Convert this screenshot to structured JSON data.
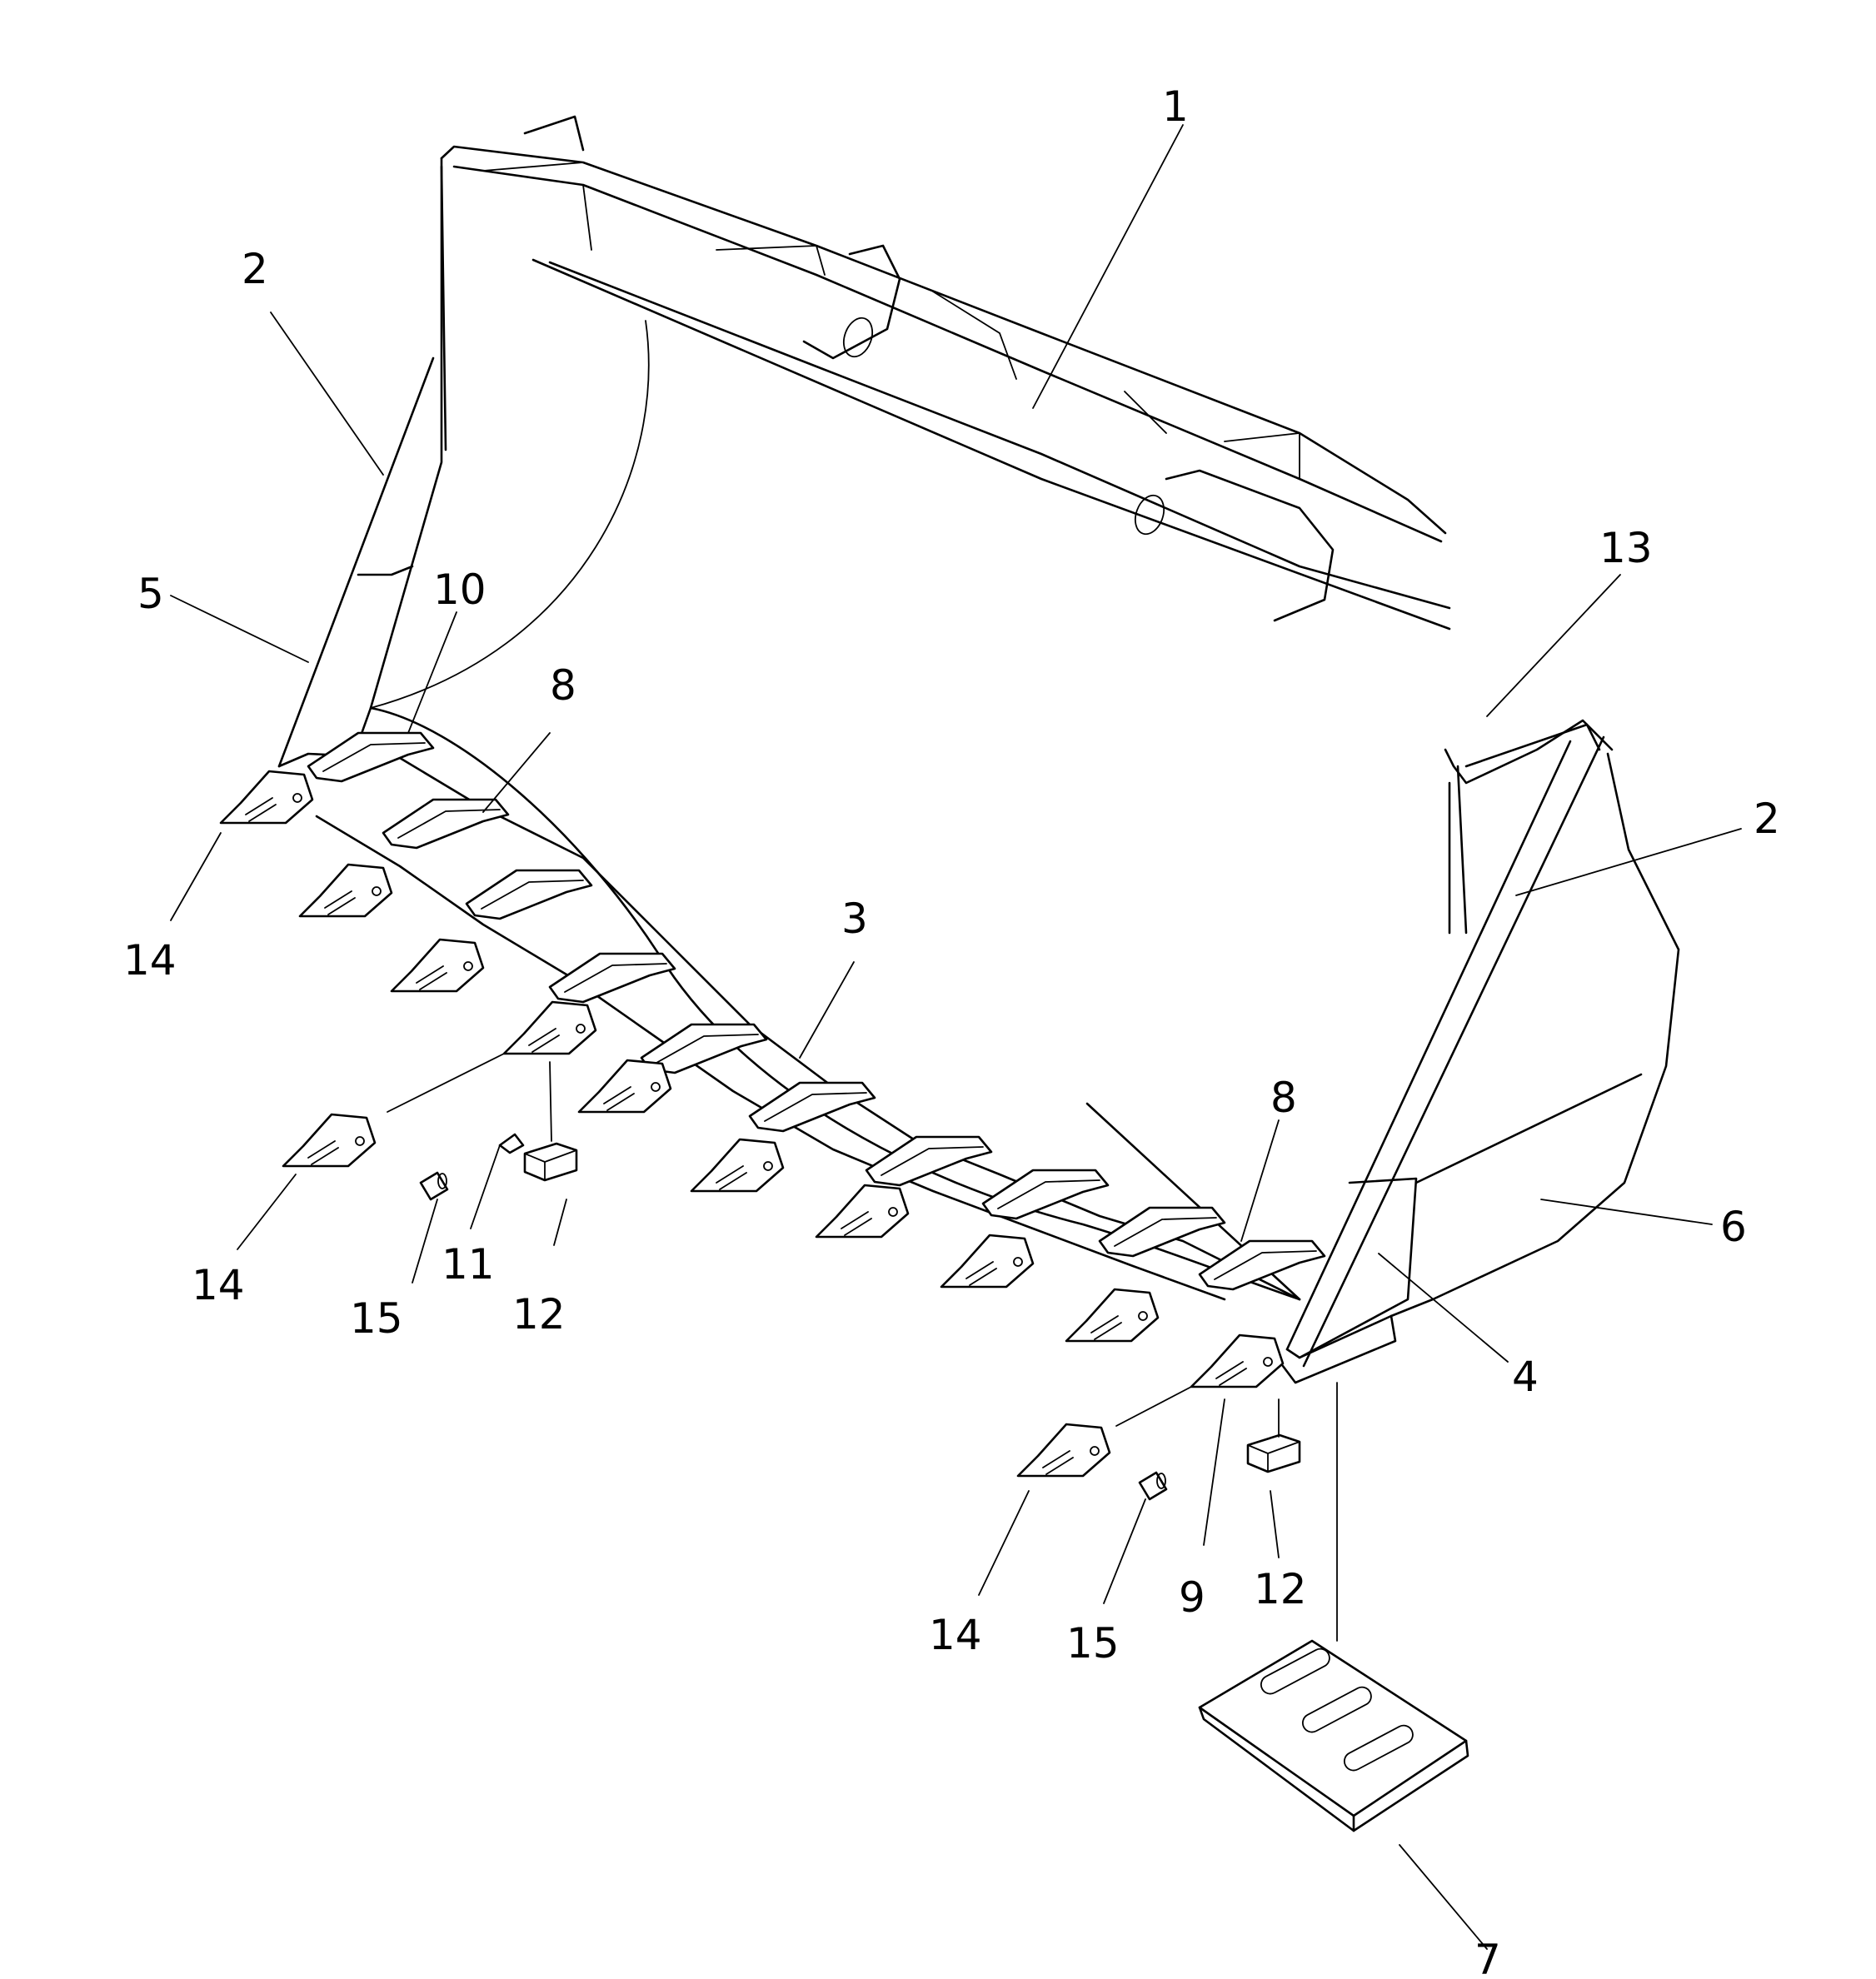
{
  "labels": {
    "l1": "1",
    "l2a": "2",
    "l2b": "2",
    "l3": "3",
    "l4": "4",
    "l5": "5",
    "l6": "6",
    "l7": "7",
    "l8a": "8",
    "l8b": "8",
    "l9": "9",
    "l10": "10",
    "l11": "11",
    "l12a": "12",
    "l12b": "12",
    "l13": "13",
    "l14a": "14",
    "l14b": "14",
    "l14c": "14",
    "l15a": "15",
    "l15b": "15"
  }
}
